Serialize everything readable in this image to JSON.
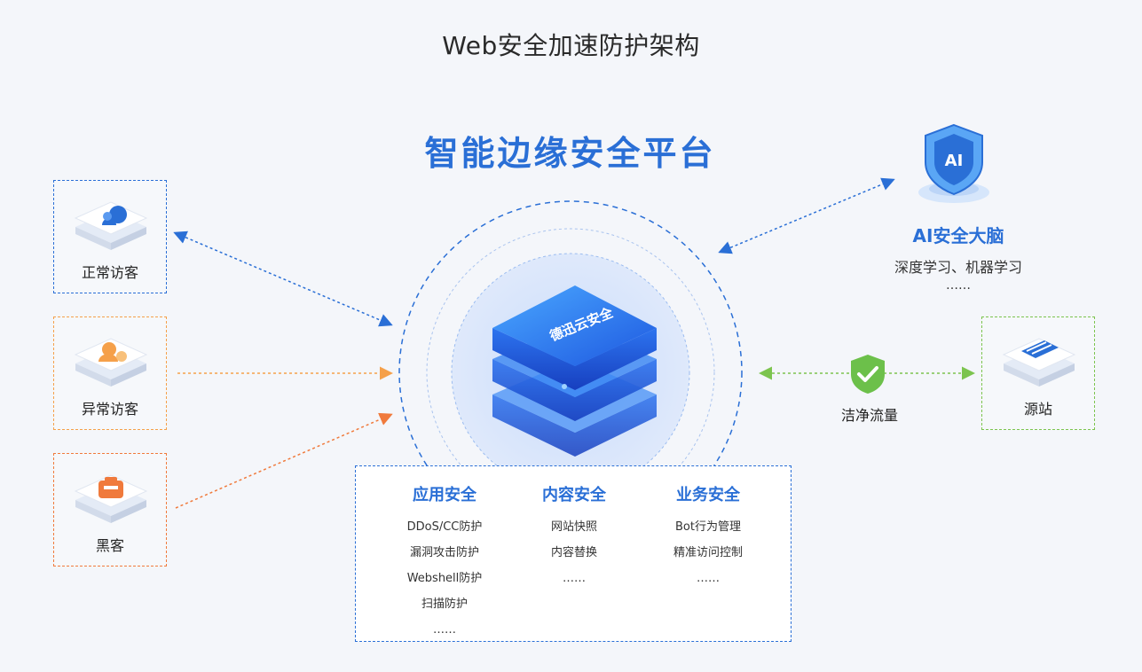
{
  "page_title": "Web安全加速防护架构",
  "platform_title": "智能边缘安全平台",
  "visitors": [
    {
      "label": "正常访客",
      "icon": "user-icon",
      "color": "#2a6fd6"
    },
    {
      "label": "异常访客",
      "icon": "abnormal-user-icon",
      "color": "#f5a04a"
    },
    {
      "label": "黑客",
      "icon": "hacker-icon",
      "color": "#f07a3c"
    }
  ],
  "ai_brain": {
    "logo_text": "AI",
    "title": "AI安全大脑",
    "subtitle": "深度学习、机器学习",
    "more": "……"
  },
  "origin": {
    "label": "源站",
    "icon": "server-icon"
  },
  "clean_traffic": {
    "label": "洁净流量",
    "icon": "shield-check-icon"
  },
  "center_logo_text": "德迅云安全",
  "features": [
    {
      "title": "应用安全",
      "items": [
        "DDoS/CC防护",
        "漏洞攻击防护",
        "Webshell防护",
        "扫描防护",
        "……"
      ]
    },
    {
      "title": "内容安全",
      "items": [
        "网站快照",
        "内容替换",
        "……"
      ]
    },
    {
      "title": "业务安全",
      "items": [
        "Bot行为管理",
        "精准访问控制",
        "……"
      ]
    }
  ],
  "colors": {
    "brand_blue": "#2a6fd6",
    "orange_light": "#f5a04a",
    "orange_dark": "#f07a3c",
    "green": "#7cc44e"
  }
}
